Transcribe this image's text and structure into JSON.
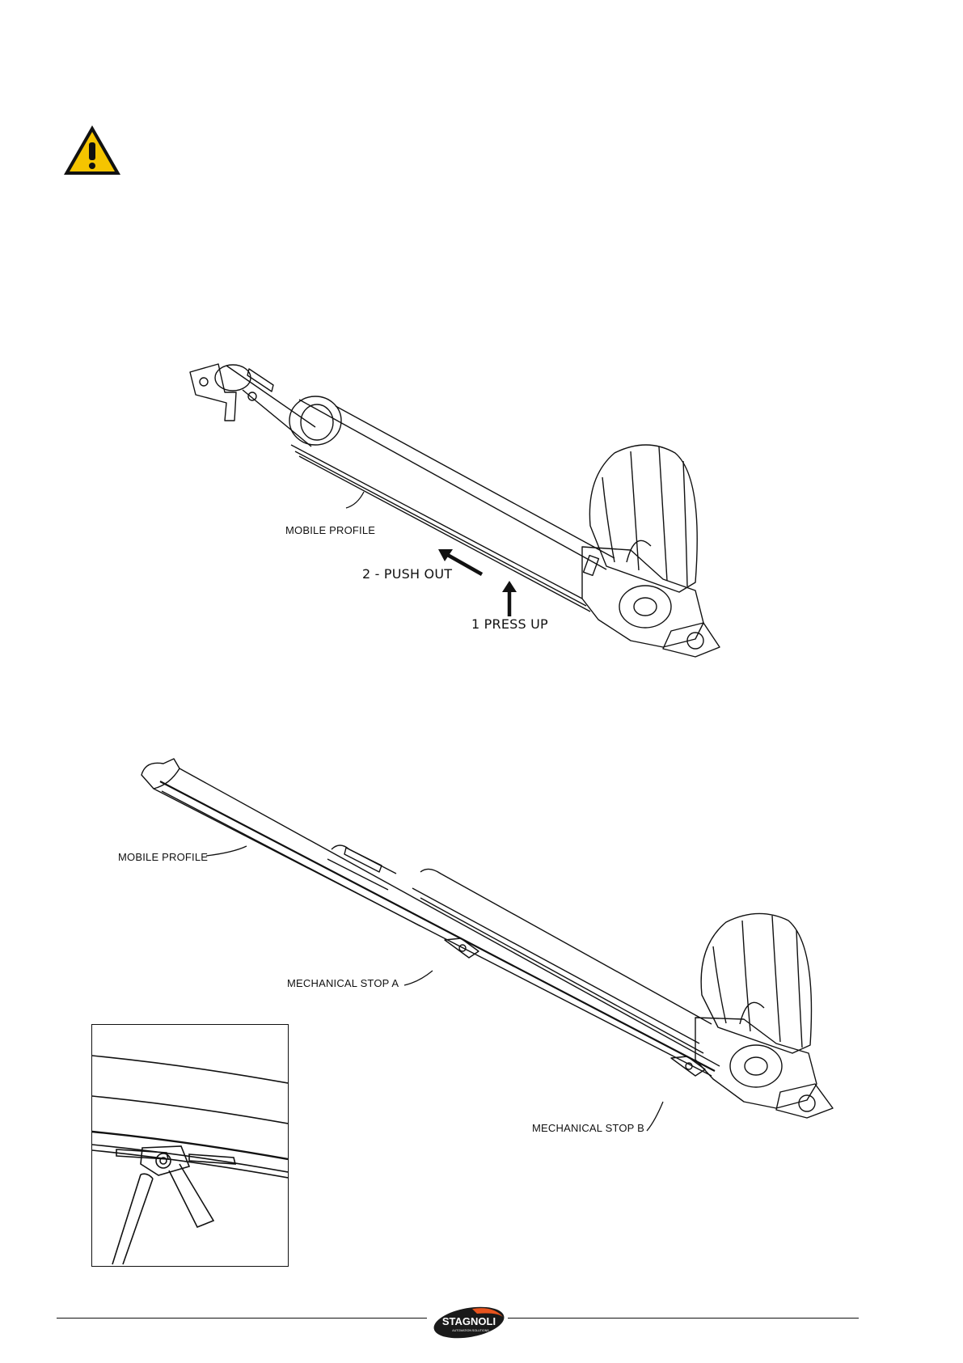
{
  "figure_top": {
    "callouts": {
      "mobile_profile": "MOBILE PROFILE",
      "push_out": "2 - PUSH OUT",
      "press_up": "1 PRESS UP"
    }
  },
  "figure_bottom": {
    "callouts": {
      "mobile_profile": "MOBILE PROFILE",
      "stop_a": "MECHANICAL STOP A",
      "stop_b": "MECHANICAL STOP B"
    }
  },
  "footer": {
    "logo_text": "STAGNOLI",
    "logo_tagline": "AUTOMATION SOLUTIONS"
  },
  "colors": {
    "warning_fill": "#f5c400",
    "logo_orange": "#e8541e",
    "logo_dark": "#1a1a1a",
    "line": "#111111"
  },
  "icons": [
    "warning-icon",
    "stagnoli-logo-icon"
  ]
}
